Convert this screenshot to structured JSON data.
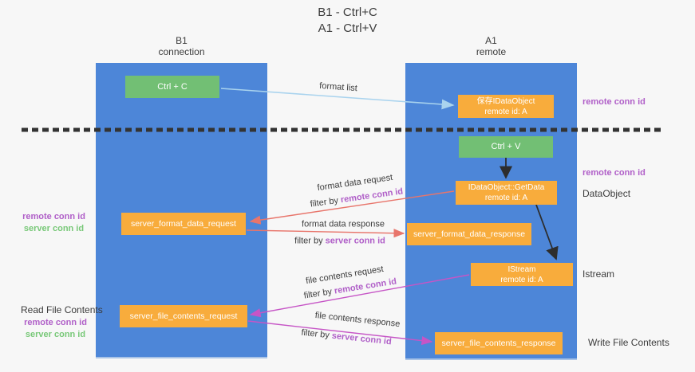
{
  "title": {
    "line1": "B1 - Ctrl+C",
    "line2": "A1 - Ctrl+V"
  },
  "lanes": {
    "left": {
      "name": "B1",
      "role": "connection"
    },
    "right": {
      "name": "A1",
      "role": "remote"
    }
  },
  "nodes": {
    "ctrl_c": {
      "label": "Ctrl + C"
    },
    "store_dataobject": {
      "line1": "保存IDataObject",
      "line2": "remote id: A"
    },
    "ctrl_v": {
      "label": "Ctrl + V"
    },
    "getdata": {
      "line1": "IDataObject::GetData",
      "line2": "remote id: A"
    },
    "format_request": {
      "label": "server_format_data_request"
    },
    "format_response": {
      "label": "server_format_data_response"
    },
    "istream": {
      "line1": "IStream",
      "line2": "remote id: A"
    },
    "file_request": {
      "label": "server_file_contents_request"
    },
    "file_response": {
      "label": "server_file_contents_response"
    }
  },
  "right_labels": {
    "remote_conn_id_top": "remote conn id",
    "remote_conn_id_mid": "remote conn id",
    "dataobject": "DataObject",
    "istream": "Istream",
    "write_file_contents": "Write File Contents"
  },
  "left_labels": {
    "remote_conn_id_1": "remote conn id",
    "server_conn_id_1": "server conn id",
    "read_file_contents": "Read File Contents",
    "remote_conn_id_2": "remote conn id",
    "server_conn_id_2": "server conn id"
  },
  "arrow_labels": {
    "format_list": "format list",
    "format_data_request": "format data request",
    "filter_by_1_prefix": "filter by ",
    "filter_by_1_value": "remote conn id",
    "format_data_response": "format data response",
    "filter_by_2_prefix": "filter by ",
    "filter_by_2_value": "server conn id",
    "file_contents_request": "file contents request",
    "filter_by_3_prefix": "filter by ",
    "filter_by_3_value": "remote conn id",
    "file_contents_response": "file contents response",
    "filter_by_4_prefix": "filter by ",
    "filter_by_4_value": "server conn id"
  },
  "colors": {
    "lane_blue": "#4d86d8",
    "node_orange": "#f8ac3c",
    "node_green": "#72bf74",
    "arrow_light_blue": "#a9d3ee",
    "arrow_red": "#e8756b",
    "arrow_magenta": "#c655c6",
    "arrow_black": "#2d2d2d",
    "dashed_divider": "#333333",
    "text_purple": "#b05fc8",
    "text_green": "#78c878",
    "text_dark": "#3d3d3d",
    "background": "#f7f7f7"
  }
}
